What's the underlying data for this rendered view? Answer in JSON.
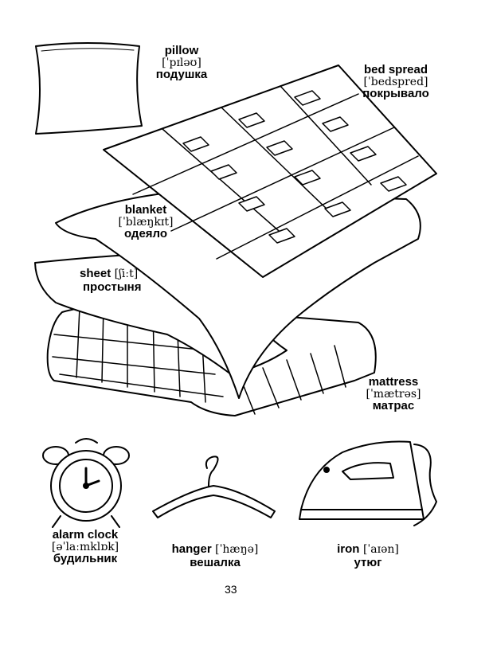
{
  "page_number": "33",
  "items": {
    "pillow": {
      "word": "pillow",
      "ipa": "[ˈpɪləʊ]",
      "ru": "подушка"
    },
    "bedspread": {
      "word": "bed spread",
      "ipa": "[ˈbedspred]",
      "ru": "покрывало"
    },
    "blanket": {
      "word": "blanket",
      "ipa": "[ˈblæŋkɪt]",
      "ru": "одеяло"
    },
    "sheet": {
      "word": "sheet",
      "ipa": "[ʃiːt]",
      "ru": "простыня"
    },
    "mattress": {
      "word": "mattress",
      "ipa": "[ˈmætrəs]",
      "ru": "матрас"
    },
    "alarm_clock": {
      "word": "alarm clock",
      "ipa": "[əˈlaːmklɒk]",
      "ru": "будильник"
    },
    "hanger": {
      "word": "hanger",
      "ipa": "[ˈhæŋə]",
      "ru": "вешалка"
    },
    "iron": {
      "word": "iron",
      "ipa": "[ˈaɪən]",
      "ru": "утюг"
    }
  }
}
